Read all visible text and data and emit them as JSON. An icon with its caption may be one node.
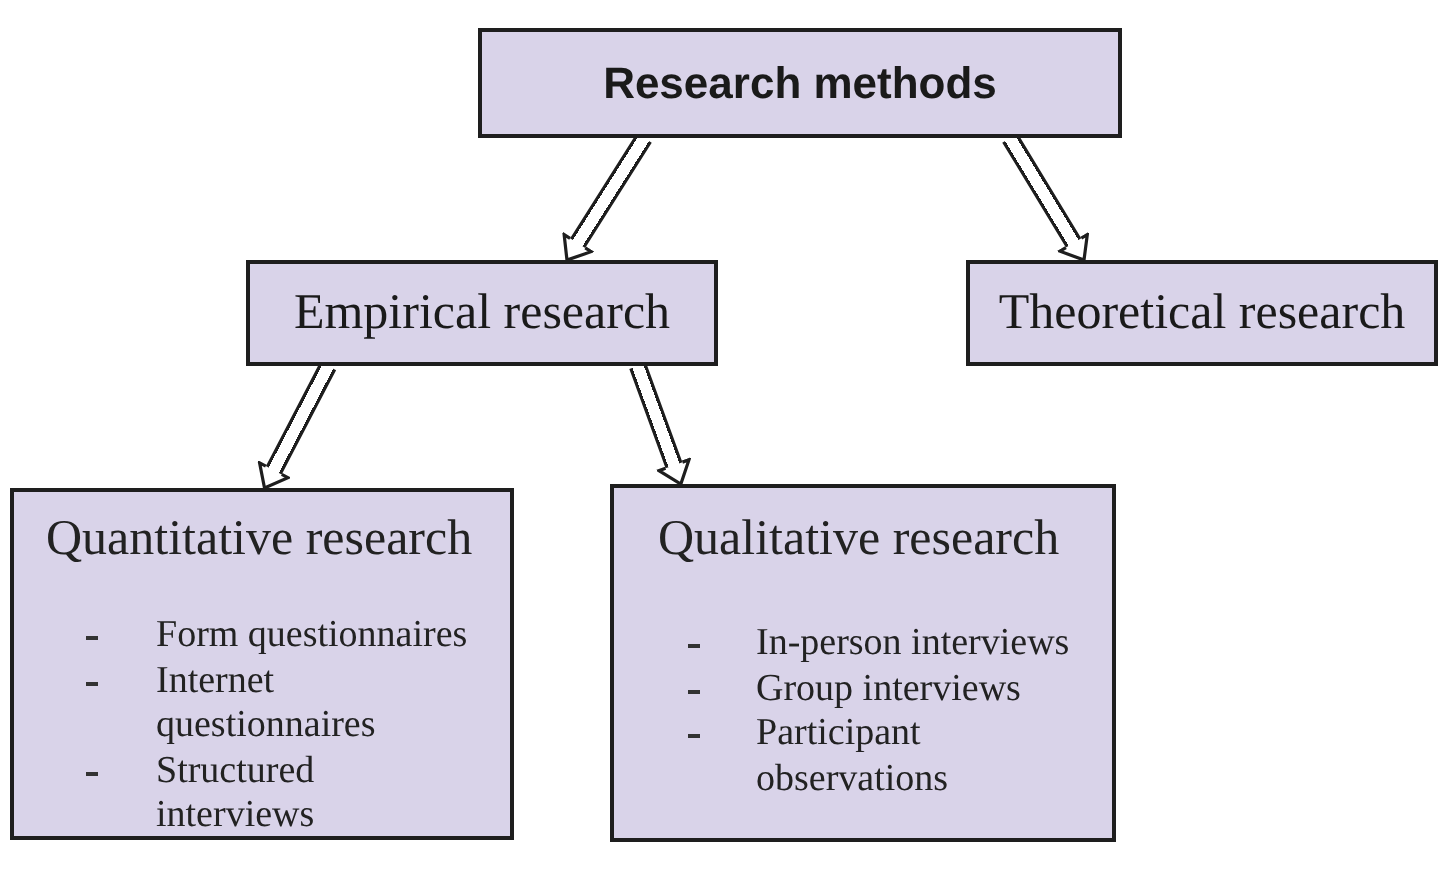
{
  "diagram": {
    "nodes": [
      {
        "text": [
          "Research methods"
        ]
      },
      {
        "text": [
          "Empirical research"
        ]
      },
      {
        "text": [
          "Theoretical research"
        ]
      },
      {
        "text": [
          "Quantitative research",
          "Form questionnaires",
          "Internet questionnaires",
          "Structured interviews"
        ]
      },
      {
        "text": [
          "Qualitative research",
          "In-person interviews",
          "Group interviews",
          "Participant observations"
        ]
      }
    ],
    "edges": [
      {
        "from": 0,
        "to": 1,
        "arrow": "to"
      },
      {
        "from": 0,
        "to": 2,
        "arrow": "to"
      },
      {
        "from": 1,
        "to": 3,
        "arrow": "to"
      },
      {
        "from": 1,
        "to": 4,
        "arrow": "to"
      }
    ]
  }
}
